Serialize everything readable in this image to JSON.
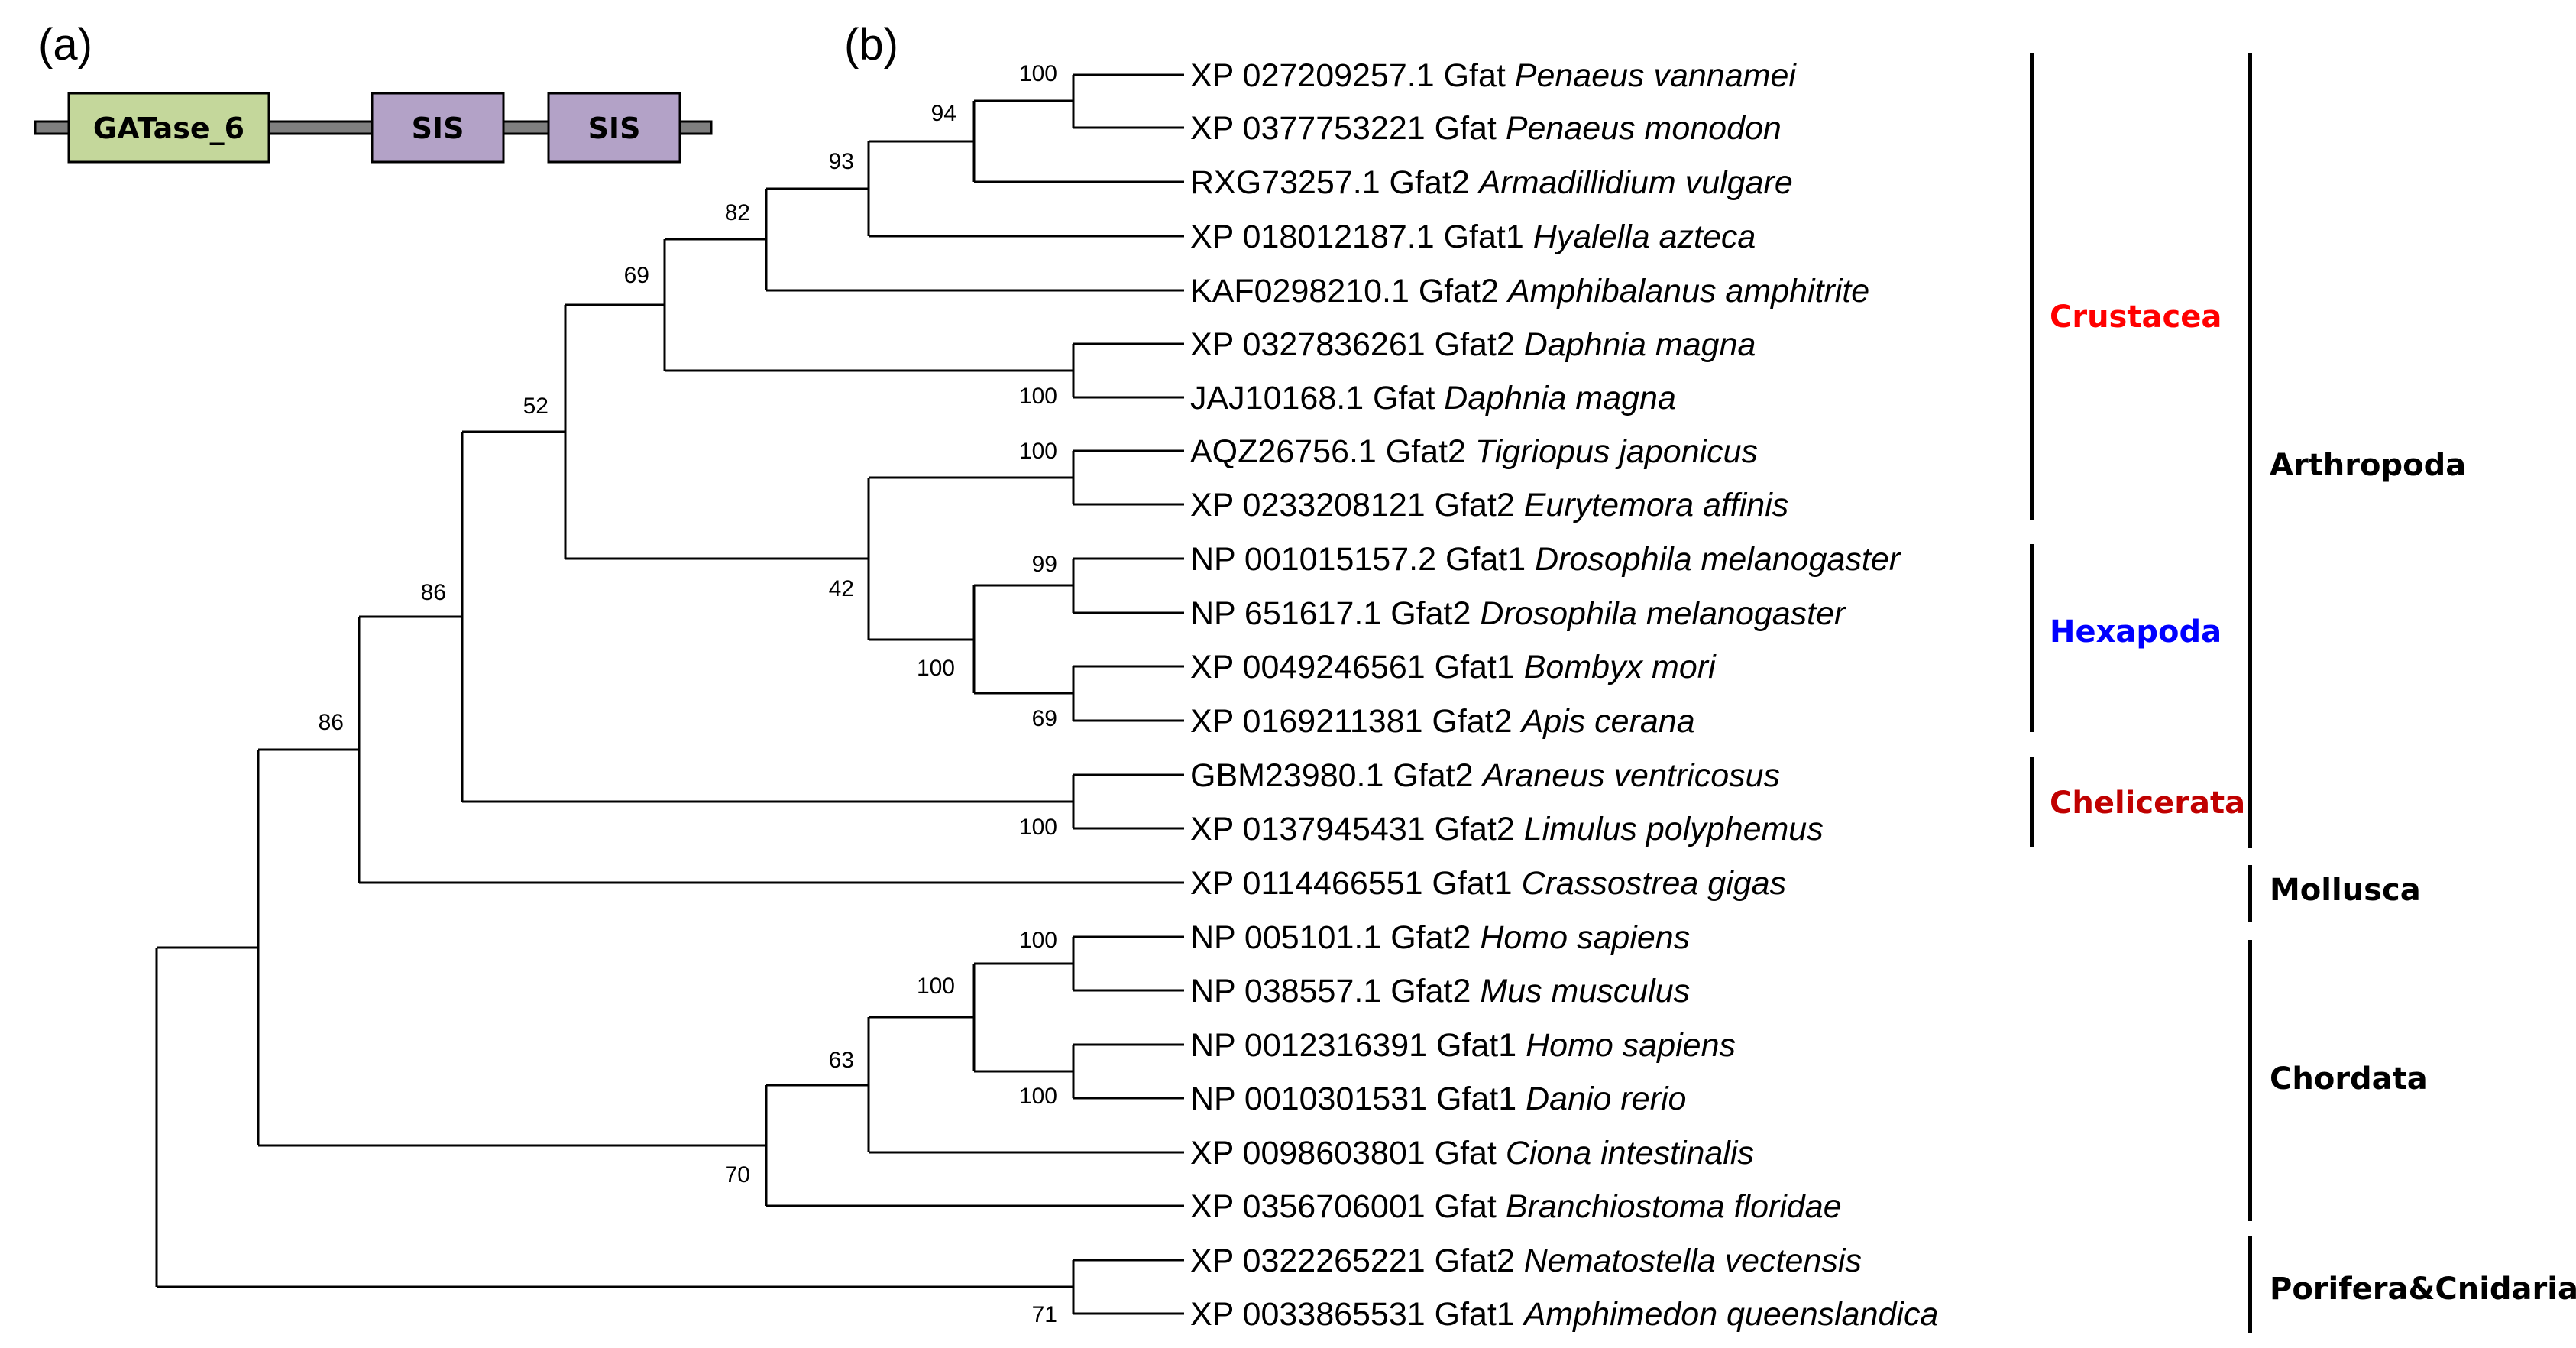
{
  "panels": {
    "a": "(a)",
    "b": "(b)"
  },
  "domain_diagram": {
    "colors": {
      "backbone": "#7f7f7f",
      "gatase": "#c4d79b",
      "sis": "#b3a2c7"
    },
    "domains": [
      {
        "label": "GATase_6",
        "color": "#c4d79b"
      },
      {
        "label": "SIS",
        "color": "#b3a2c7"
      },
      {
        "label": "SIS",
        "color": "#b3a2c7"
      }
    ]
  },
  "tree": {
    "leaves": [
      {
        "acc": "XP 027209257.1 Gfat ",
        "species": "Penaeus vannamei"
      },
      {
        "acc": "XP 0377753221 Gfat ",
        "species": "Penaeus monodon"
      },
      {
        "acc": "RXG73257.1 Gfat2 ",
        "species": "Armadillidium vulgare"
      },
      {
        "acc": "XP 018012187.1 Gfat1 ",
        "species": "Hyalella azteca"
      },
      {
        "acc": "KAF0298210.1 Gfat2 ",
        "species": "Amphibalanus amphitrite"
      },
      {
        "acc": "XP 0327836261 Gfat2 ",
        "species": "Daphnia magna"
      },
      {
        "acc": "JAJ10168.1 Gfat ",
        "species": "Daphnia magna"
      },
      {
        "acc": "AQZ26756.1 Gfat2 ",
        "species": "Tigriopus japonicus"
      },
      {
        "acc": "XP 0233208121 Gfat2 ",
        "species": "Eurytemora affinis"
      },
      {
        "acc": "NP 001015157.2 Gfat1 ",
        "species": "Drosophila melanogaster"
      },
      {
        "acc": "NP 651617.1 Gfat2 ",
        "species": "Drosophila melanogaster"
      },
      {
        "acc": "XP 0049246561 Gfat1 ",
        "species": "Bombyx mori"
      },
      {
        "acc": "XP 0169211381 Gfat2 ",
        "species": "Apis cerana"
      },
      {
        "acc": "GBM23980.1 Gfat2 ",
        "species": "Araneus ventricosus"
      },
      {
        "acc": "XP 0137945431 Gfat2 ",
        "species": "Limulus polyphemus"
      },
      {
        "acc": "XP 0114466551 Gfat1 ",
        "species": "Crassostrea gigas"
      },
      {
        "acc": "NP 005101.1 Gfat2 ",
        "species": "Homo sapiens"
      },
      {
        "acc": "NP 038557.1 Gfat2 ",
        "species": "Mus musculus"
      },
      {
        "acc": "NP 0012316391 Gfat1 ",
        "species": "Homo sapiens"
      },
      {
        "acc": "NP 0010301531 Gfat1 ",
        "species": "Danio rerio"
      },
      {
        "acc": "XP 0098603801 Gfat ",
        "species": "Ciona intestinalis"
      },
      {
        "acc": "XP 0356706001 Gfat ",
        "species": "Branchiostoma floridae"
      },
      {
        "acc": "XP 0322265221 Gfat2 ",
        "species": "Nematostella vectensis"
      },
      {
        "acc": "XP 0033865531 Gfat1 ",
        "species": "Amphimedon queenslandica"
      }
    ],
    "bootstrap": [
      {
        "id": "penaeus",
        "value": "100"
      },
      {
        "id": "penaeus-armadillidium",
        "value": "94"
      },
      {
        "id": "penaeus-hyalella",
        "value": "93"
      },
      {
        "id": "penaeus-amphibalanus",
        "value": "82"
      },
      {
        "id": "daphnia",
        "value": "100"
      },
      {
        "id": "crustacea-core",
        "value": "69"
      },
      {
        "id": "tigriopus-eurytemora",
        "value": "100"
      },
      {
        "id": "drosophila",
        "value": "99"
      },
      {
        "id": "bombyx-apis",
        "value": "69"
      },
      {
        "id": "hexapoda",
        "value": "100"
      },
      {
        "id": "copepod-hexapod",
        "value": "42"
      },
      {
        "id": "crust-hex",
        "value": "52"
      },
      {
        "id": "chelicerata",
        "value": "100"
      },
      {
        "id": "arthropoda",
        "value": "86"
      },
      {
        "id": "protostomia",
        "value": "86"
      },
      {
        "id": "homo-mus",
        "value": "100"
      },
      {
        "id": "homo-danio",
        "value": "100"
      },
      {
        "id": "vertebrata",
        "value": "100"
      },
      {
        "id": "olfactores",
        "value": "63"
      },
      {
        "id": "chordata",
        "value": "70"
      },
      {
        "id": "porifera-cnidaria",
        "value": "71"
      }
    ]
  },
  "clades": [
    {
      "label": "Crustacea",
      "color": "#ff0000"
    },
    {
      "label": "Hexapoda",
      "color": "#0000ff"
    },
    {
      "label": "Chelicerata",
      "color": "#c00000"
    }
  ],
  "phyla": [
    {
      "label": "Arthropoda"
    },
    {
      "label": "Mollusca"
    },
    {
      "label": "Chordata"
    },
    {
      "label": "Porifera&Cnidaria"
    }
  ]
}
